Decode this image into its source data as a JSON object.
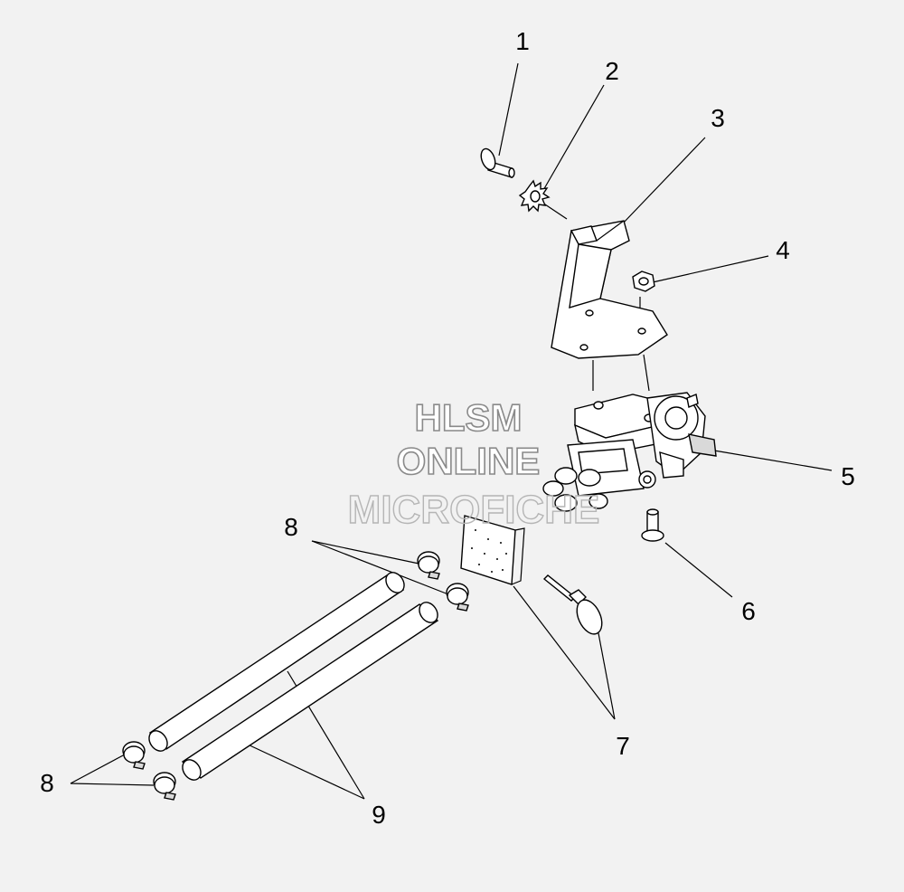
{
  "callouts": [
    {
      "id": "c1",
      "label": "1"
    },
    {
      "id": "c2",
      "label": "2"
    },
    {
      "id": "c3",
      "label": "3"
    },
    {
      "id": "c4",
      "label": "4"
    },
    {
      "id": "c5",
      "label": "5"
    },
    {
      "id": "c6",
      "label": "6"
    },
    {
      "id": "c7",
      "label": "7"
    },
    {
      "id": "c8a",
      "label": "8"
    },
    {
      "id": "c8b",
      "label": "8"
    },
    {
      "id": "c9",
      "label": "9"
    }
  ],
  "watermark": {
    "line1": "HLSM",
    "line2": "ONLINE",
    "line3": "MICROFICHE"
  },
  "colors": {
    "background": "#f2f2f2",
    "line": "#000000",
    "part_fill": "#ffffff",
    "shade_fill": "#d9d9d9"
  }
}
